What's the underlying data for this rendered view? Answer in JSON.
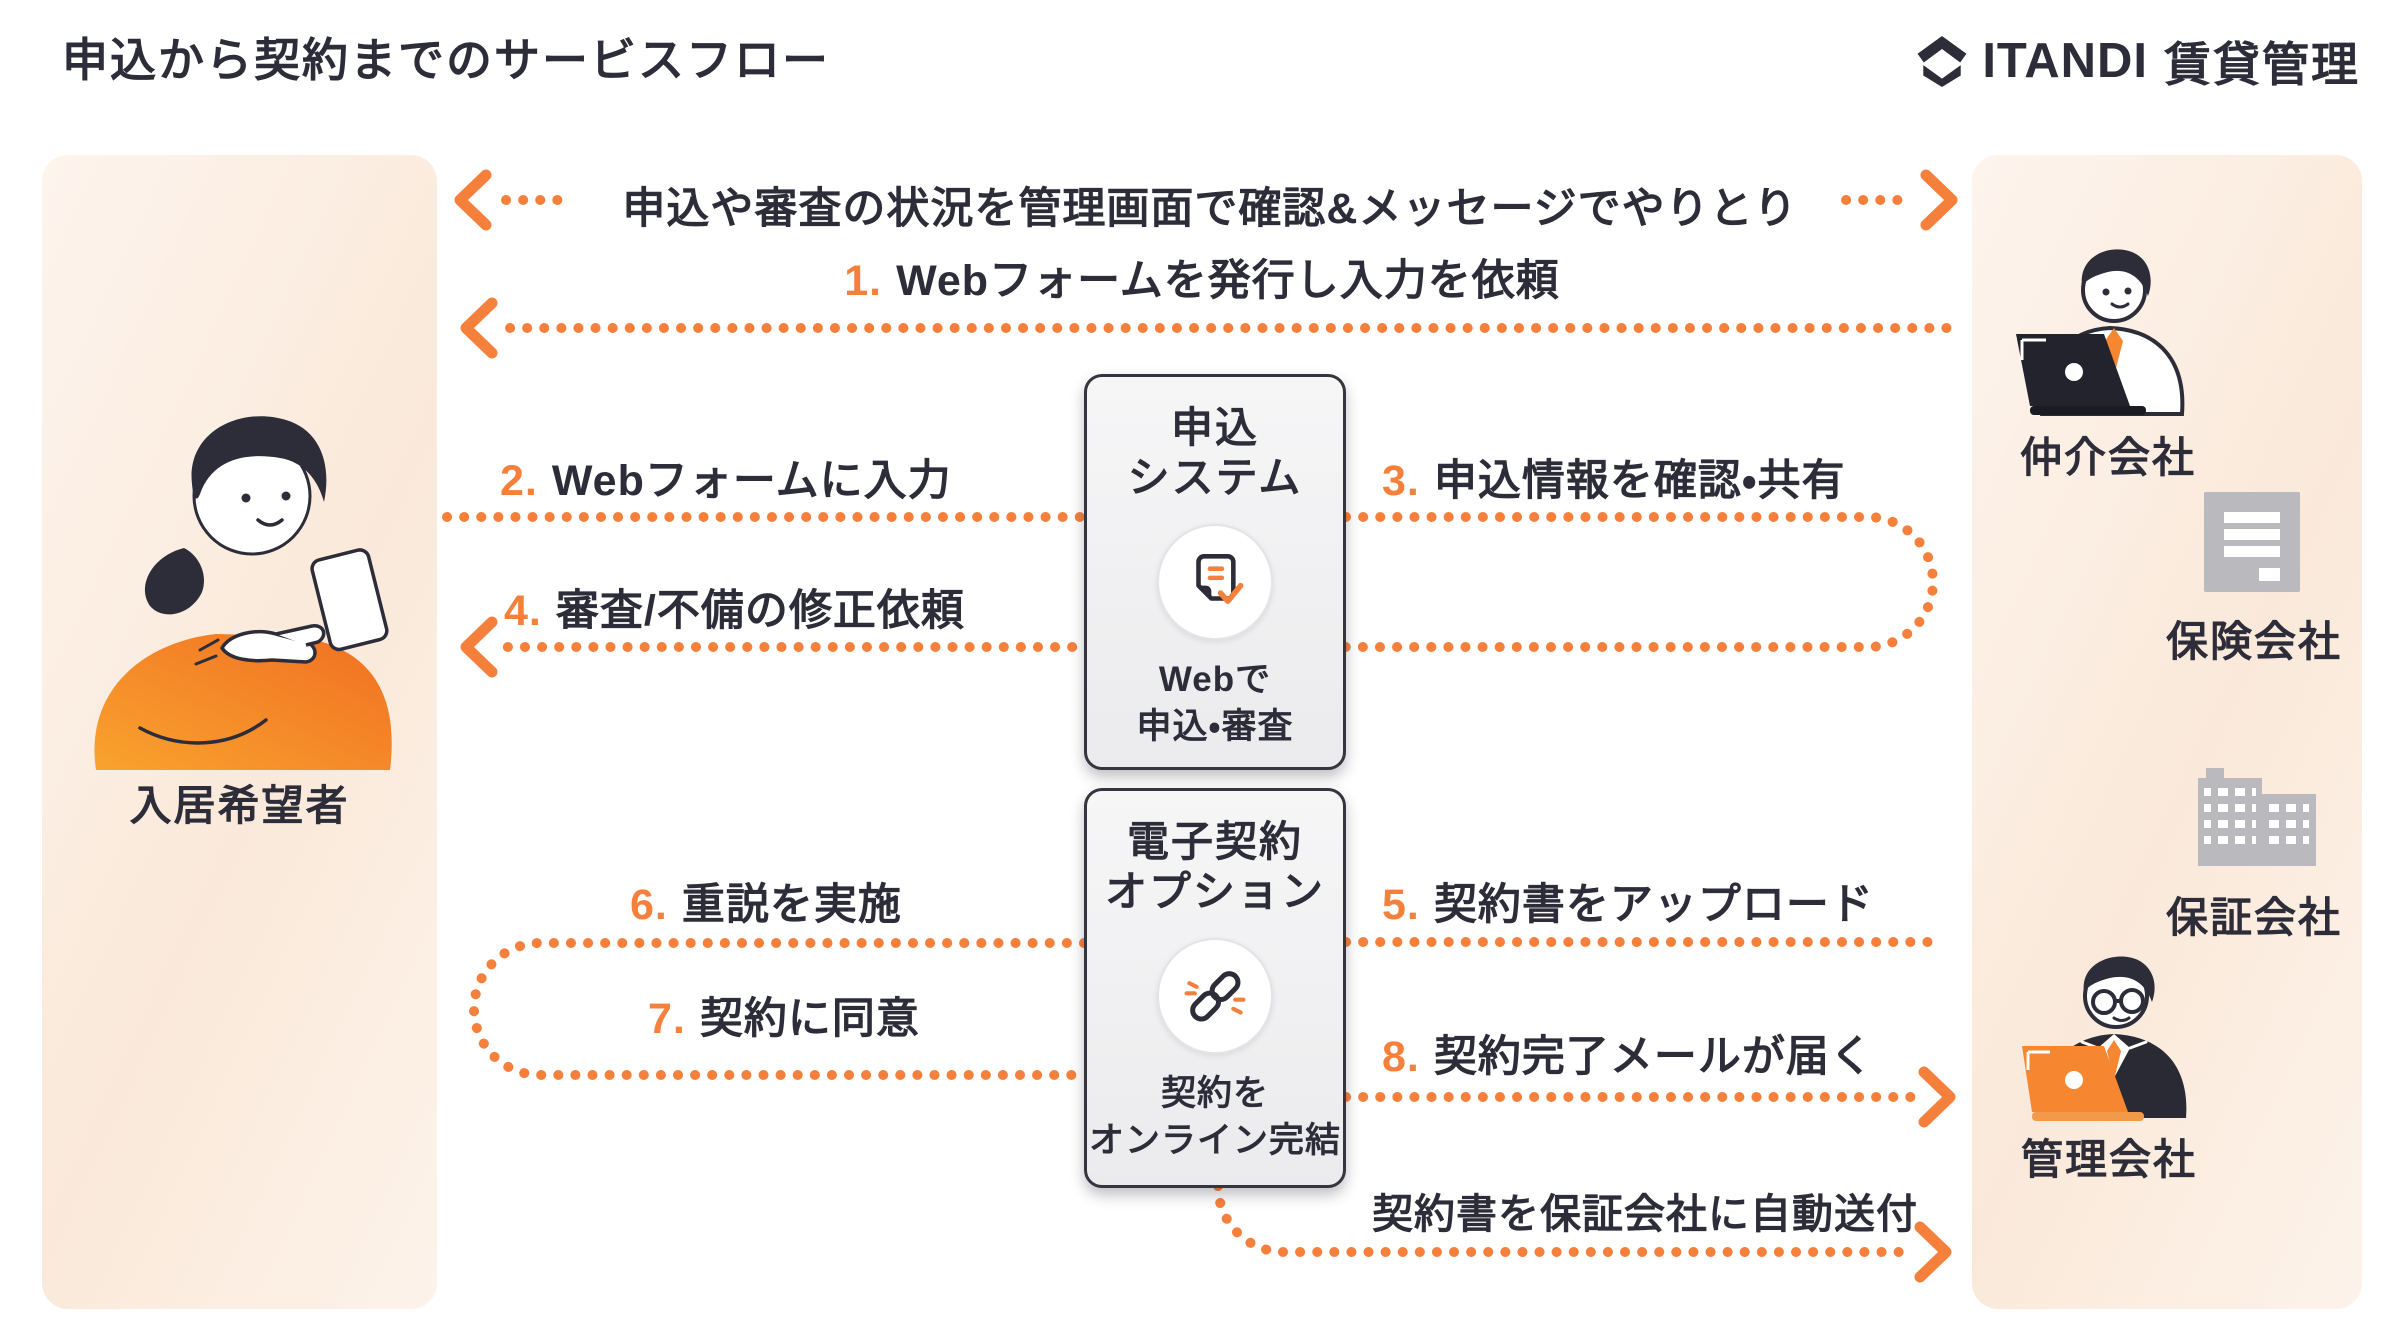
{
  "header": {
    "title": "申込から契約までのサービスフロー",
    "logo_brand": "ITANDI",
    "logo_product": "賃貸管理"
  },
  "actors": {
    "tenant": {
      "label": "入居希望者"
    },
    "broker": {
      "label": "仲介会社"
    },
    "insurance": {
      "label": "保険会社"
    },
    "guarantor": {
      "label": "保証会社"
    },
    "manager": {
      "label": "管理会社"
    }
  },
  "systems": {
    "application": {
      "title_line1": "申込",
      "title_line2": "システム",
      "icon": "document-check-icon",
      "caption_line1": "Webで",
      "caption_line2": "申込・審査"
    },
    "econtract": {
      "title_line1": "電子契約",
      "title_line2": "オプション",
      "icon": "link-icon",
      "caption_line1": "契約を",
      "caption_line2": "オンライン完結"
    }
  },
  "flows": {
    "status_sync": {
      "label": "申込や審査の状況を管理画面で確認&メッセージでやりとり"
    },
    "steps": [
      {
        "num": "1.",
        "label": "Webフォームを発行し入力を依頼"
      },
      {
        "num": "2.",
        "label": "Webフォームに入力"
      },
      {
        "num": "3.",
        "label": "申込情報を確認・共有"
      },
      {
        "num": "4.",
        "label": "審査/不備の修正依頼"
      },
      {
        "num": "5.",
        "label": "契約書をアップロード"
      },
      {
        "num": "6.",
        "label": "重説を実施"
      },
      {
        "num": "7.",
        "label": "契約に同意"
      },
      {
        "num": "8.",
        "label": "契約完了メールが届く"
      }
    ],
    "auto_send": {
      "label": "契約書を保証会社に自動送付"
    }
  },
  "colors": {
    "accent_orange": "#F5803C",
    "ink": "#2D2D3A",
    "panel_peach": "#FAE9DA",
    "box_gray": "#EBEBED",
    "icon_gray": "#B9B9BE"
  }
}
